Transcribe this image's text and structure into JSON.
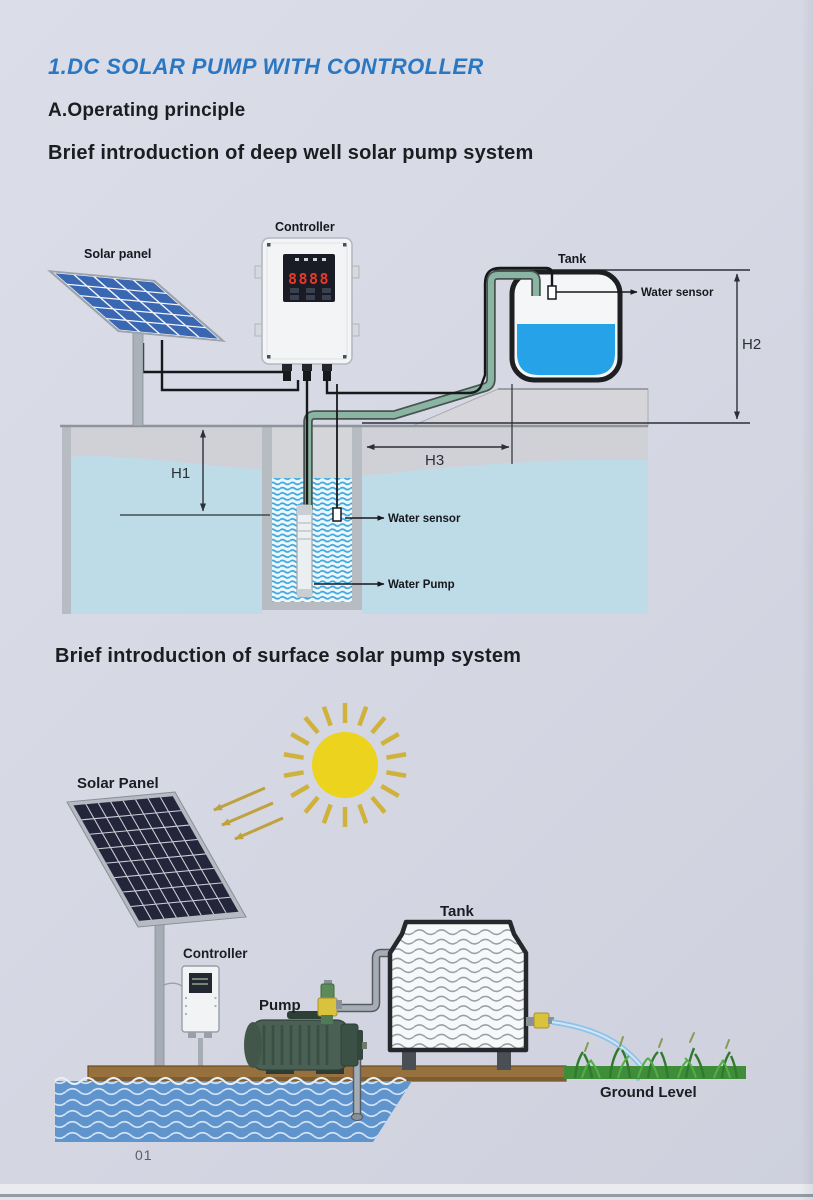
{
  "page": {
    "title": "1.DC SOLAR PUMP WITH CONTROLLER",
    "heading_operating_principle": "A.Operating principle",
    "heading_deep_well": "Brief introduction of deep well solar pump system",
    "heading_surface": "Brief introduction of surface solar pump system",
    "page_number": "01"
  },
  "colors": {
    "title_blue": "#2b77c2",
    "panel_cell_blue": "#3a67b2",
    "panel2_cell_navy": "#24243a",
    "tank_water_blue": "#25a2e8",
    "well_wave_blue": "#3fa8dc",
    "groundwater_blue": "#bedce8",
    "pipe_green": "#8ab4a4",
    "sun_yellow": "#ecd31d",
    "ray_gold": "#cfb23c",
    "pump_green": "#4a6054",
    "plank_brown": "#97713d",
    "grass_green": "#3f8d39",
    "pond_blue": "#5f94cd"
  },
  "deep_well_diagram": {
    "labels": {
      "solar_panel": "Solar panel",
      "controller": "Controller",
      "tank": "Tank",
      "tank_water_sensor": "Water sensor",
      "well_water_sensor": "Water sensor",
      "water_pump": "Water Pump",
      "h1": "H1",
      "h2": "H2",
      "h3": "H3"
    },
    "controller_display": "8888"
  },
  "surface_diagram": {
    "labels": {
      "solar_panel": "Solar Panel",
      "controller": "Controller",
      "pump": "Pump",
      "tank": "Tank",
      "ground_level": "Ground Level"
    }
  }
}
